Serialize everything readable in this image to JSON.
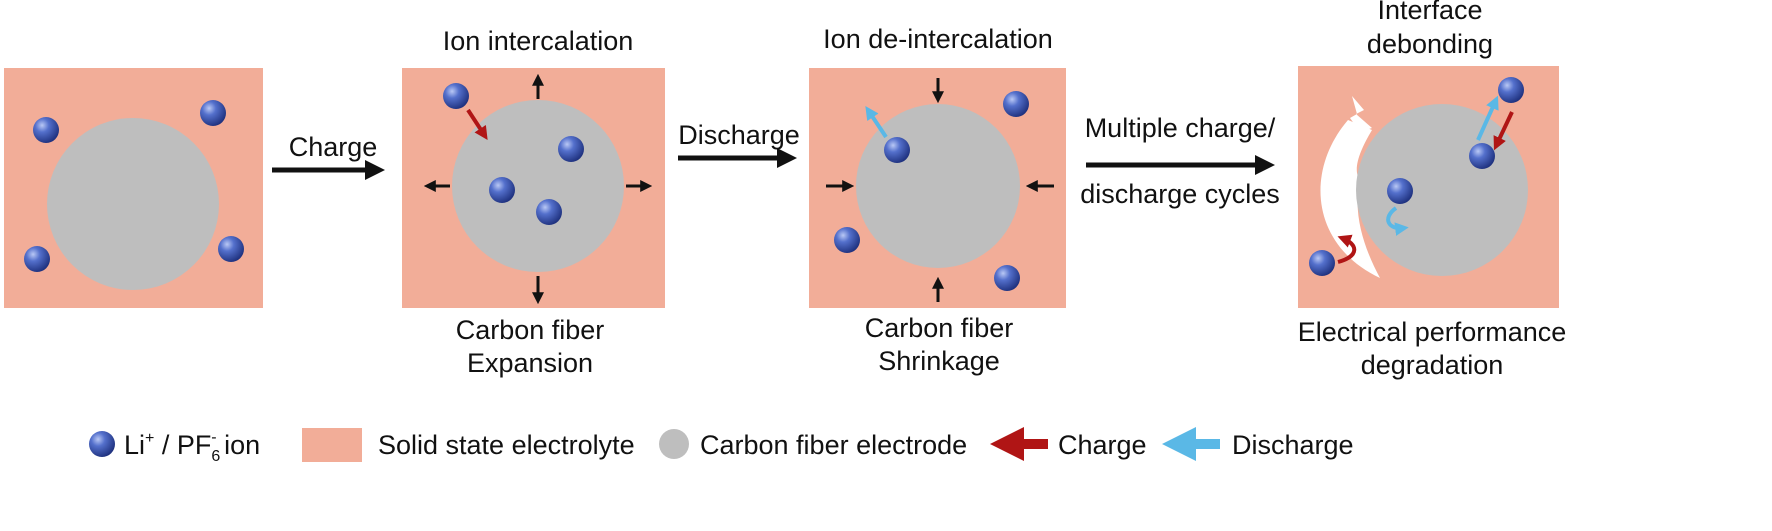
{
  "colors": {
    "electrolyte": "#f2ad98",
    "fiber": "#bebebe",
    "ion": "#3a56b8",
    "charge_arrow": "#b01515",
    "discharge_arrow": "#5ab8e6",
    "black": "#111111"
  },
  "process": {
    "charge": "Charge",
    "discharge": "Discharge",
    "cycles_line1": "Multiple charge/",
    "cycles_line2": "discharge cycles"
  },
  "panels": {
    "intercalation": {
      "top": "Ion intercalation",
      "bottom_line1": "Carbon fiber",
      "bottom_line2": "Expansion"
    },
    "deintercalation": {
      "top": "Ion de-intercalation",
      "bottom_line1": "Carbon fiber",
      "bottom_line2": "Shrinkage"
    },
    "debonding": {
      "top_line1": "Interface",
      "top_line2": "debonding",
      "bottom_line1": "Electrical performance",
      "bottom_line2": "degradation"
    }
  },
  "legend": {
    "ion_prefix": "Li",
    "ion_sup1": "+",
    "ion_mid": " / PF",
    "ion_sub": "6",
    "ion_sup2": "-",
    "ion_suffix": " ion",
    "electrolyte": "Solid state electrolyte",
    "fiber": "Carbon fiber electrode",
    "charge": "Charge",
    "discharge": "Discharge"
  }
}
